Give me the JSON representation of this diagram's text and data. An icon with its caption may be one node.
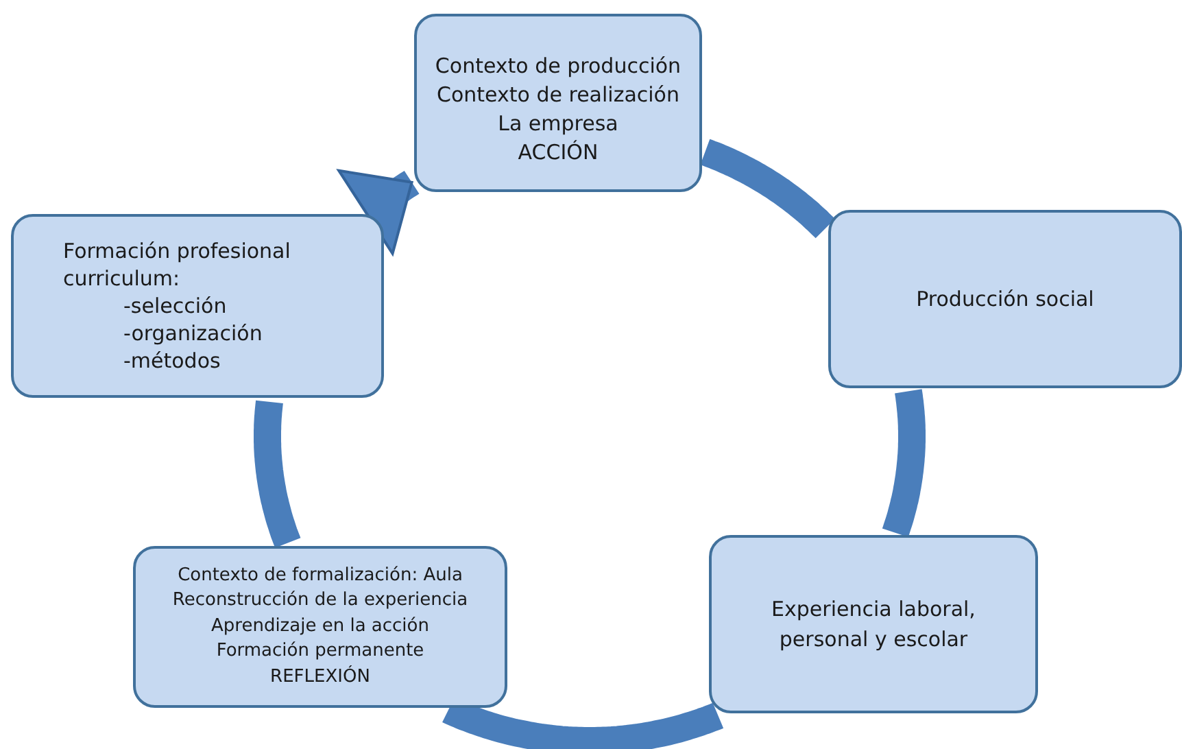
{
  "diagram": {
    "nodes": [
      {
        "text": [
          "Contexto de producción",
          "Contexto de realización",
          "La empresa",
          "ACCIÓN"
        ]
      },
      {
        "text": [
          "Producción social"
        ]
      },
      {
        "text": [
          "Experiencia laboral, personal y escolar"
        ]
      },
      {
        "text": [
          "Contexto de formalización: Aula",
          "Reconstrucción de la experiencia",
          "Aprendizaje en la acción",
          "Formación permanente",
          "REFLEXIÓN"
        ]
      },
      {
        "text": [
          "Formación profesional curriculum:",
          "-selección",
          "-organización",
          "-métodos"
        ]
      }
    ],
    "edges": [
      {
        "from": 0,
        "to": 1,
        "arrow": "none"
      },
      {
        "from": 1,
        "to": 2,
        "arrow": "none"
      },
      {
        "from": 2,
        "to": 3,
        "arrow": "none"
      },
      {
        "from": 3,
        "to": 4,
        "arrow": "none"
      },
      {
        "from": 4,
        "to": 0,
        "arrow": "to"
      }
    ]
  }
}
